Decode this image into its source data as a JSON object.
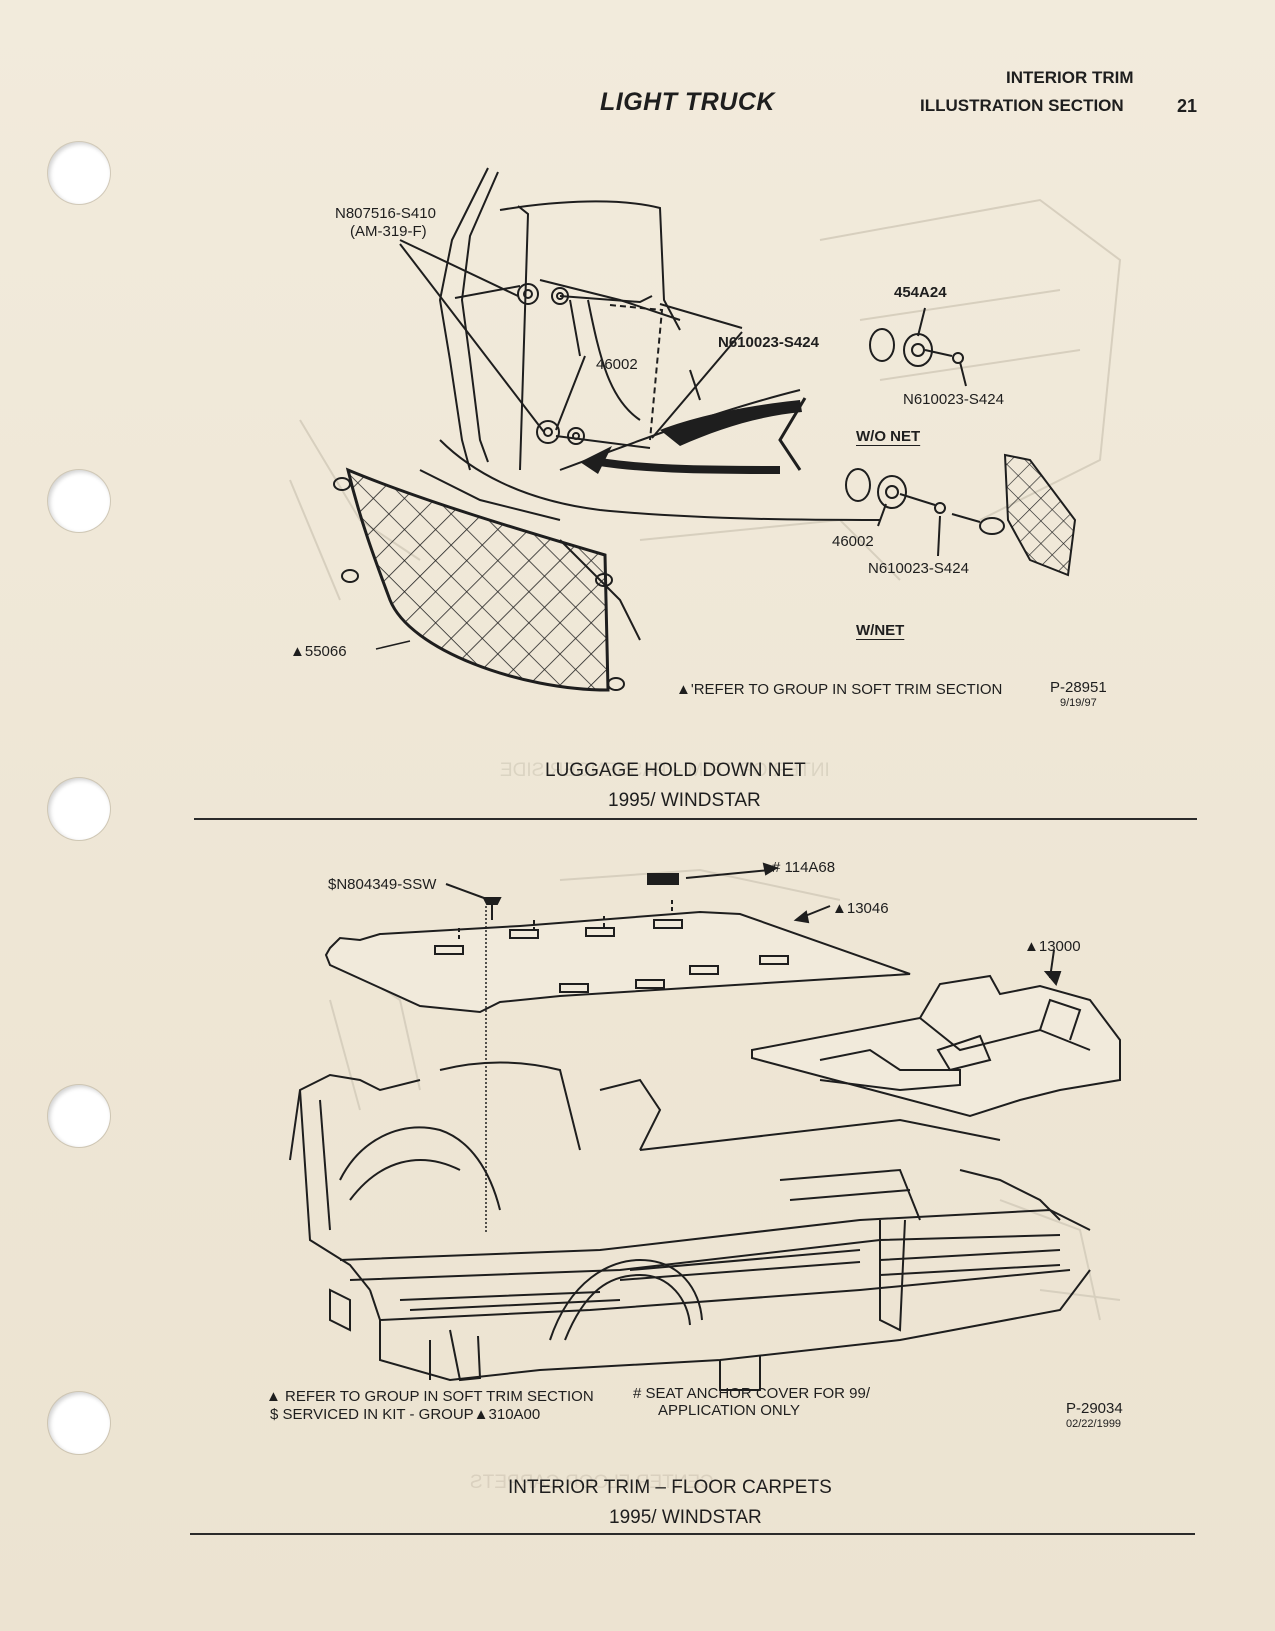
{
  "header": {
    "title": "LIGHT TRUCK",
    "section_line1": "INTERIOR TRIM",
    "section_line2": "ILLUSTRATION SECTION",
    "page_number": "21"
  },
  "figure1": {
    "labels": {
      "n807516": "N807516-S410",
      "am319f": "(AM-319-F)",
      "n610023_top": "N610023-S424",
      "p46002_top": "46002",
      "p454a24": "454A24",
      "n610023_right": "N610023-S424",
      "wo_net": "W/O NET",
      "p46002_bottom": "46002",
      "n610023_bottom": "N610023-S424",
      "w_net": "W/NET",
      "p55066": "▲55066"
    },
    "note": "▲'REFER TO GROUP IN SOFT TRIM SECTION",
    "figure_id": "P-28951",
    "figure_date": "9/19/97",
    "caption_line1": "LUGGAGE HOLD DOWN NET",
    "caption_line2": "1995/ WINDSTAR"
  },
  "figure2": {
    "labels": {
      "n804349": "$N804349-SSW",
      "p114a68": "# 114A68",
      "p13046": "▲13046",
      "p13000": "▲13000"
    },
    "note_line1": "▲ REFER TO GROUP IN SOFT TRIM SECTION",
    "note_line2": "$ SERVICED IN KIT - GROUP▲310A00",
    "note_line3": "#  SEAT ANCHOR COVER FOR 99/",
    "note_line4": "APPLICATION ONLY",
    "figure_id": "P-29034",
    "figure_date": "02/22/1999",
    "caption_line1": "INTERIOR TRIM – FLOOR CARPETS",
    "caption_line2": "1995/ WINDSTAR"
  },
  "colors": {
    "paper": "#efe8d9",
    "ink": "#1e1e1e",
    "bleed_through": "#d9d2c2"
  }
}
